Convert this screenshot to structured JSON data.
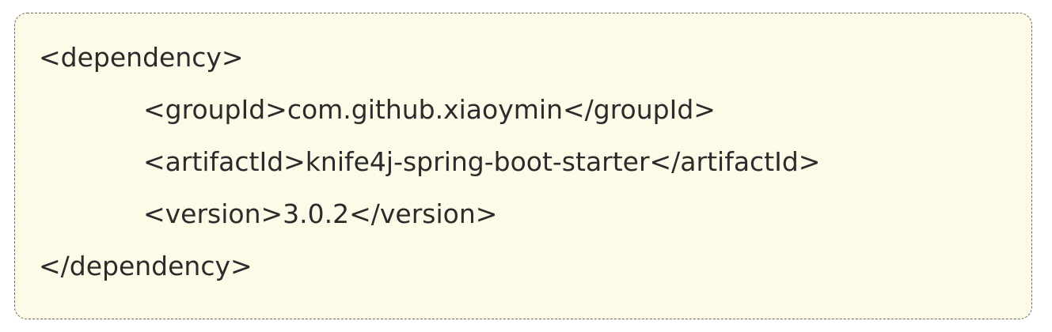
{
  "code_block": {
    "lines": [
      "<dependency>",
      "<groupId>com.github.xiaoymin</groupId>",
      "<artifactId>knife4j-spring-boot-starter</artifactId>",
      "<version>3.0.2</version>",
      "</dependency>"
    ]
  },
  "colors": {
    "background": "#fdfbe8",
    "border": "#6a6a6a",
    "text": "#2b2b2b"
  }
}
